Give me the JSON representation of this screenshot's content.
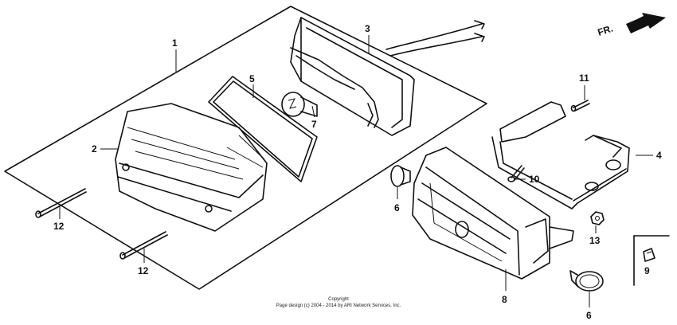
{
  "direction_label": "FR.",
  "copyright": {
    "line1": "Copyright",
    "line2": "Page design (c) 2004 - 2014 by ARI Network Services, Inc."
  },
  "callouts": {
    "p1": "1",
    "p2": "2",
    "p3": "3",
    "p4": "4",
    "p5": "5",
    "p6a": "6",
    "p6b": "6",
    "p7": "7",
    "p8": "8",
    "p9": "9",
    "p10": "10",
    "p11": "11",
    "p12a": "12",
    "p12b": "12",
    "p13": "13"
  }
}
